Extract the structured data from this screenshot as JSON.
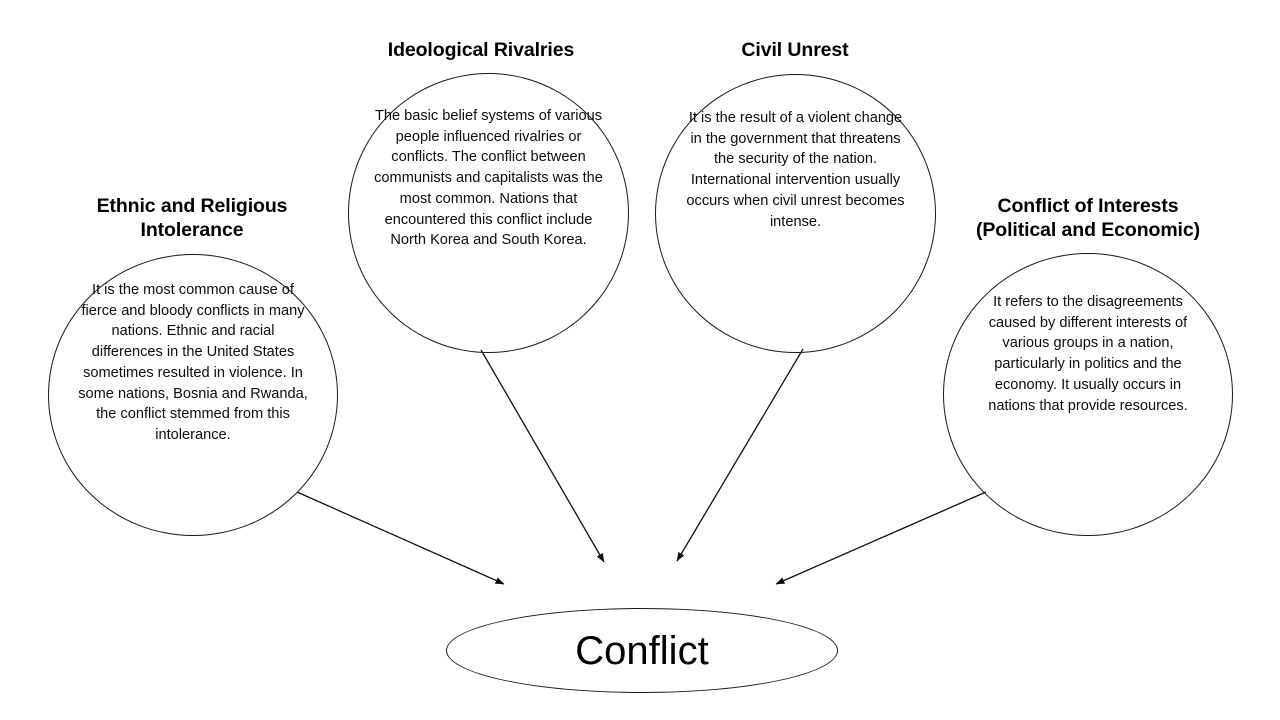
{
  "diagram": {
    "title": "Conflict",
    "type": "causes-to-effect concept map",
    "hub": {
      "label": "Conflict",
      "shape": "ellipse"
    },
    "nodes": [
      {
        "id": "ethnic-religious-intolerance",
        "heading": "Ethnic and Religious\nIntolerance",
        "body": "It is the most common cause of fierce and bloody conflicts in many nations. Ethnic and racial differences in the United States sometimes resulted in violence. In some nations, Bosnia and Rwanda, the conflict stemmed from this intolerance."
      },
      {
        "id": "ideological-rivalries",
        "heading": "Ideological Rivalries",
        "body": "The basic belief systems of various people influenced rivalries or conflicts. The conflict between communists and capitalists was the most common. Nations that encountered this conflict include North Korea and South Korea."
      },
      {
        "id": "civil-unrest",
        "heading": "Civil Unrest",
        "body": "It is the result of a violent change in the government that threatens the security of the nation. International intervention usually occurs when civil unrest becomes intense."
      },
      {
        "id": "conflict-of-interests",
        "heading": "Conflict of Interests\n(Political and Economic)",
        "body": "It refers to the disagreements caused by different interests of various groups in a nation, particularly in politics and the economy. It usually occurs in nations that provide resources."
      }
    ],
    "colors": {
      "stroke": "#1a1a1a",
      "text": "#000000",
      "background": "#ffffff"
    }
  }
}
